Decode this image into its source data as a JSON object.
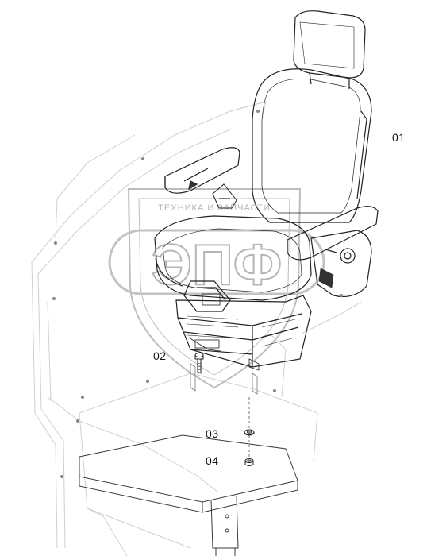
{
  "callouts": [
    {
      "id": "01",
      "label": "01",
      "part": "seat-assembly"
    },
    {
      "id": "02",
      "label": "02",
      "part": "bolt"
    },
    {
      "id": "03",
      "label": "03",
      "part": "washer"
    },
    {
      "id": "04",
      "label": "04",
      "part": "nut"
    }
  ],
  "watermark": {
    "top_text": "ТЕХНИКА И ЗАПЧАСТИ",
    "logo_text": "ЭПФ"
  },
  "colors": {
    "line": "#222222",
    "faint_line": "#c8c8c8",
    "watermark": "#bcbcbc"
  }
}
